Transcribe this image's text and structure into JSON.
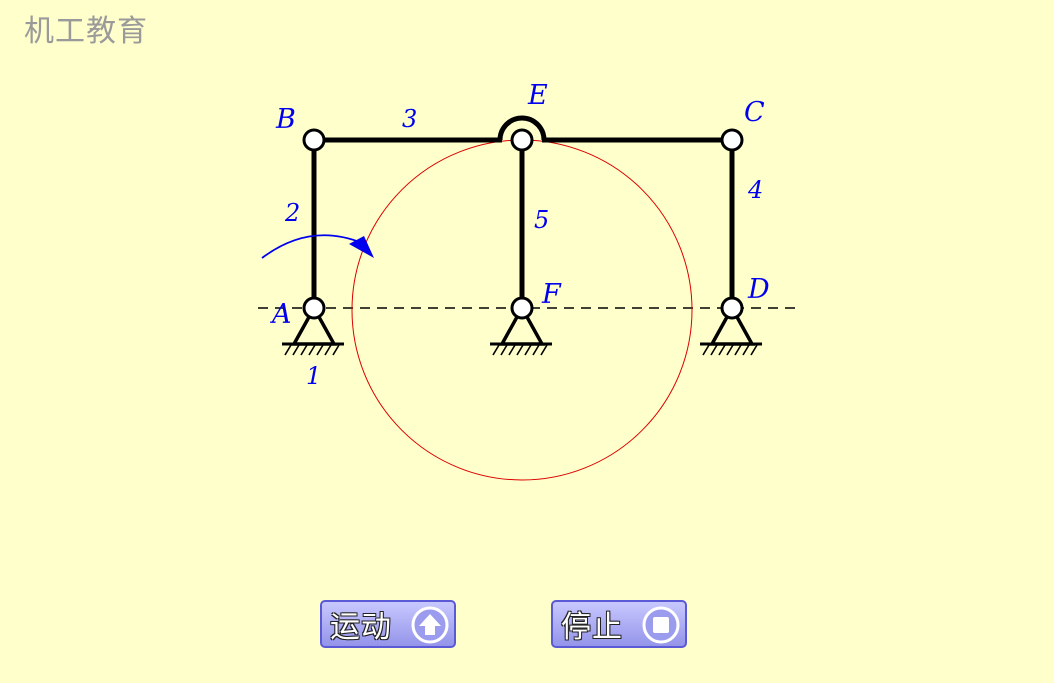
{
  "title": "机工教育",
  "labels": {
    "A": "A",
    "B": "B",
    "C": "C",
    "D": "D",
    "E": "E",
    "F": "F"
  },
  "link_numbers": {
    "n1": "1",
    "n2": "2",
    "n3": "3",
    "n4": "4",
    "n5": "5"
  },
  "buttons": {
    "start_label": "运动",
    "stop_label": "停止"
  },
  "colors": {
    "background": "#ffffcc",
    "link": "#000000",
    "label": "#0000ee",
    "circle": "#dd0000",
    "button": "#a6a6f0"
  }
}
